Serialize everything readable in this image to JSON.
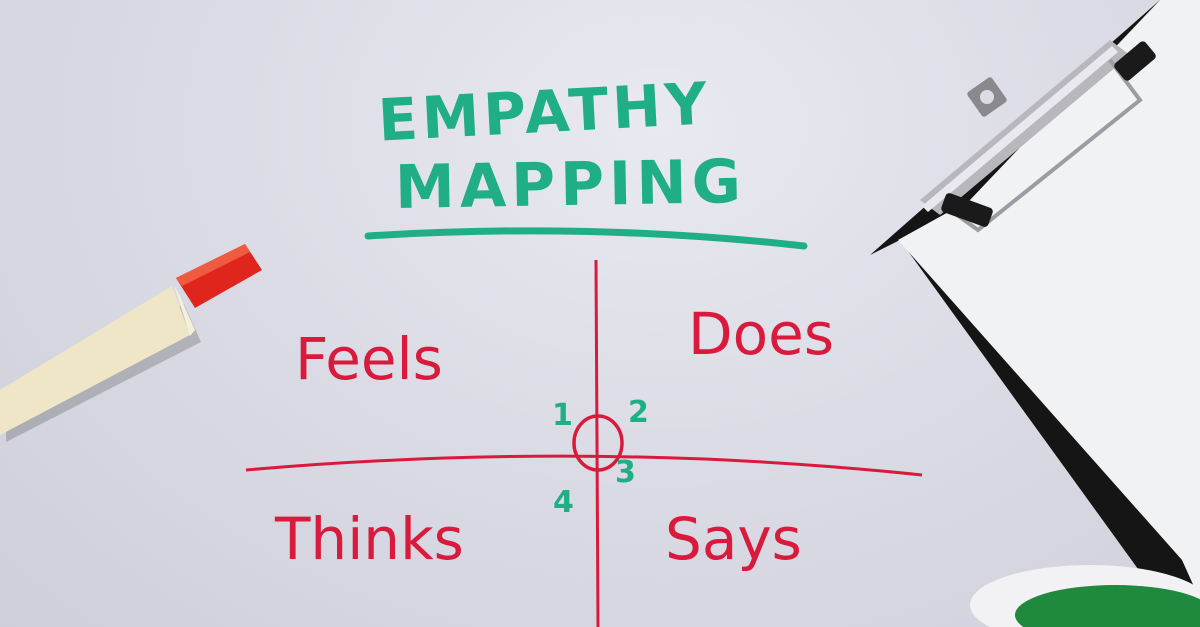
{
  "scene": {
    "description": "Whiteboard with hand-drawn empathy map, marker and clipboard",
    "colors": {
      "board": "#dcdce6",
      "green_ink": "#1fae86",
      "red_ink": "#d81b3c",
      "marker_body": "#efe6c8",
      "marker_cap": "#e0261c",
      "clipboard": "#1a1a1a",
      "paper": "#f1f2f4"
    }
  },
  "title": {
    "line1": "EMPATHY",
    "line2": "MAPPING"
  },
  "quadrants": {
    "top_left": "Feels",
    "top_right": "Does",
    "bottom_left": "Thinks",
    "bottom_right": "Says"
  },
  "numbers": {
    "n1": "1",
    "n2": "2",
    "n3": "3",
    "n4": "4"
  }
}
